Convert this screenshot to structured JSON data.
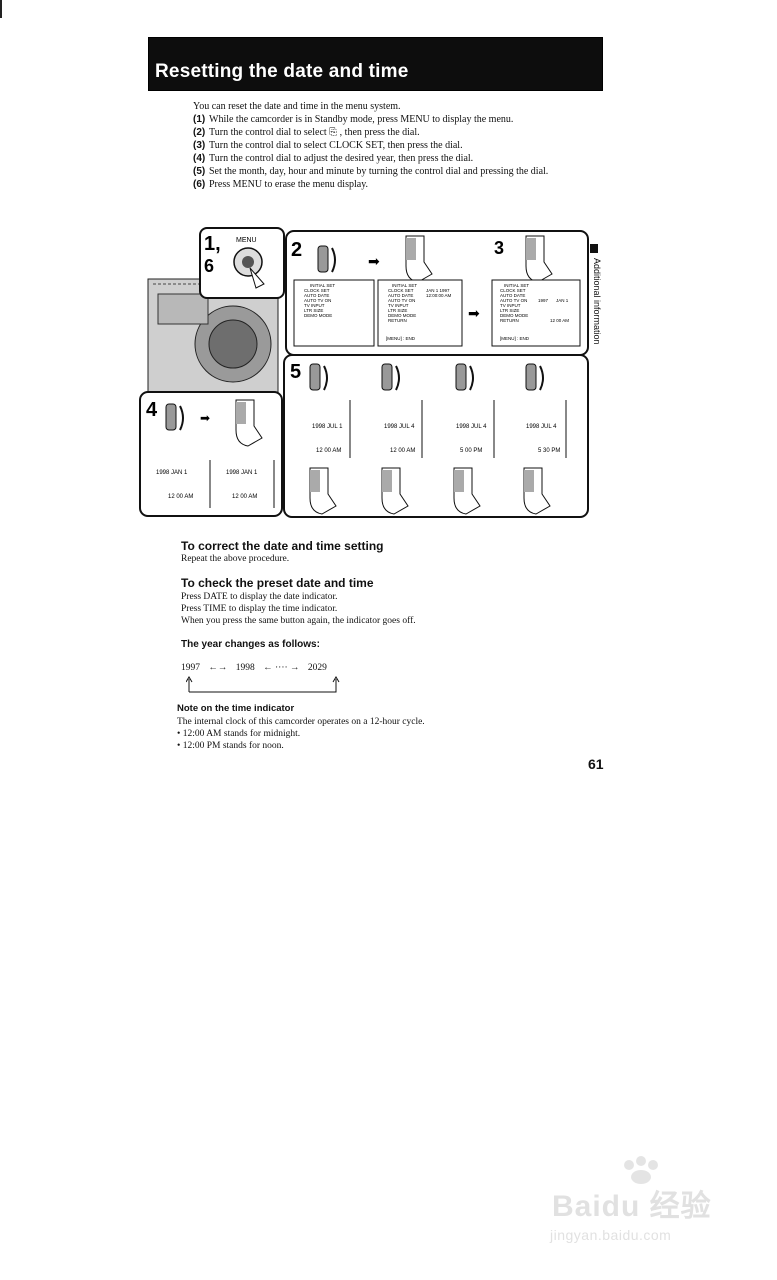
{
  "header": {
    "title": "Resetting the date and time"
  },
  "intro": {
    "lead": "You can reset the date and time in the menu system.",
    "steps": [
      {
        "num": "(1)",
        "text": "While the camcorder is in Standby mode, press MENU to display the menu."
      },
      {
        "num": "(2)",
        "text": "Turn the control dial to select ⎘ , then press the dial."
      },
      {
        "num": "(3)",
        "text": "Turn the control dial to select CLOCK SET, then press the dial."
      },
      {
        "num": "(4)",
        "text": "Turn the control dial to adjust the desired year, then press the dial."
      },
      {
        "num": "(5)",
        "text": "Set the month, day, hour and minute by turning the control dial and pressing the dial."
      },
      {
        "num": "(6)",
        "text": "Press MENU to erase the menu display."
      }
    ]
  },
  "side_label": "Additional information",
  "figure": {
    "labels": {
      "step1": "1,",
      "step6": "6",
      "menu": "MENU",
      "step2": "2",
      "step3": "3",
      "step4": "4",
      "step5": "5"
    },
    "menu_screen1": [
      "INITIAL SET",
      "CLOCK SET",
      "AUTO DATE",
      "AUTO TV ON",
      "TV INPUT",
      "LTR SIZE",
      "DEMO MODE"
    ],
    "menu_screen2": [
      "INITIAL SET",
      "CLOCK SET",
      "AUTO DATE",
      "AUTO TV ON",
      "TV INPUT",
      "LTR SIZE",
      "DEMO MODE",
      "RETURN"
    ],
    "menu_screen2_date": "JAN 1 1997",
    "menu_screen2_time": "12:00:00 AM",
    "menu_screen3": [
      "INITIAL SET",
      "CLOCK SET",
      "AUTO DATE",
      "AUTO TV ON",
      "TV INPUT",
      "LTR SIZE",
      "DEMO MODE",
      "RETURN"
    ],
    "menu_screen3_year": "1997",
    "menu_screen3_month": "JAN 1",
    "menu_screen3_time": "12 00 AM",
    "menu_end": "[MENU] : END",
    "step4_screens": [
      {
        "date": "1998 JAN 1",
        "time": "12 00 AM"
      },
      {
        "date": "1998 JAN 1",
        "time": "12 00 AM"
      }
    ],
    "step5_screens": [
      {
        "date": "1998 JUL 1",
        "time": "12 00 AM"
      },
      {
        "date": "1998 JUL 4",
        "time": "12 00 AM"
      },
      {
        "date": "1998 JUL 4",
        "time": "5 00 PM"
      },
      {
        "date": "1998 JUL 4",
        "time": "5 30 PM"
      }
    ]
  },
  "correct": {
    "title": "To correct the date and time setting",
    "body": "Repeat the above procedure."
  },
  "check": {
    "title": "To check the preset date and time",
    "lines": [
      "Press DATE to display the date indicator.",
      "Press TIME to display the time indicator.",
      "When you press the same button again, the indicator goes off."
    ]
  },
  "year_changes": {
    "title": "The year changes as follows:",
    "y1": "1997",
    "arrow1": "←→",
    "y2": "1998",
    "arrow2": "← ···· →",
    "y3": "2029"
  },
  "note": {
    "title": "Note on the time indicator",
    "lines": [
      "The internal clock of this camcorder operates on a 12-hour cycle.",
      "• 12:00 AM stands for midnight.",
      "• 12:00 PM stands for noon."
    ]
  },
  "page_number": "61",
  "watermark": {
    "main": "Baidu 经验",
    "sub": "jingyan.baidu.com"
  }
}
